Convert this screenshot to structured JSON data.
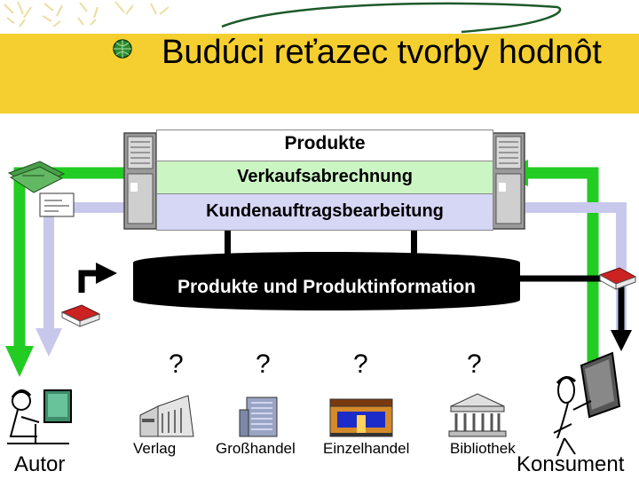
{
  "title": "Budúci reťazec tvorby hodnôt",
  "bars": {
    "produkte": "Produkte",
    "verkauf": "Verkaufsabrechnung",
    "kunden": "Kundenauftragsbearbeitung"
  },
  "database": "Produkte und Produktinformation",
  "question_mark": "?",
  "institutions": [
    "Verlag",
    "Großhandel",
    "Einzelhandel",
    "Bibliothek"
  ],
  "roles": {
    "author": "Autor",
    "consumer": "Konsument"
  },
  "colors": {
    "title_band": "#f5cf2f",
    "bar_white": "#ffffff",
    "bar_green": "#ccf5c4",
    "bar_lavender": "#d6d6f5",
    "arrow_green": "#22cc22",
    "arrow_lavender": "#c8c8ec",
    "database": "#000000"
  }
}
